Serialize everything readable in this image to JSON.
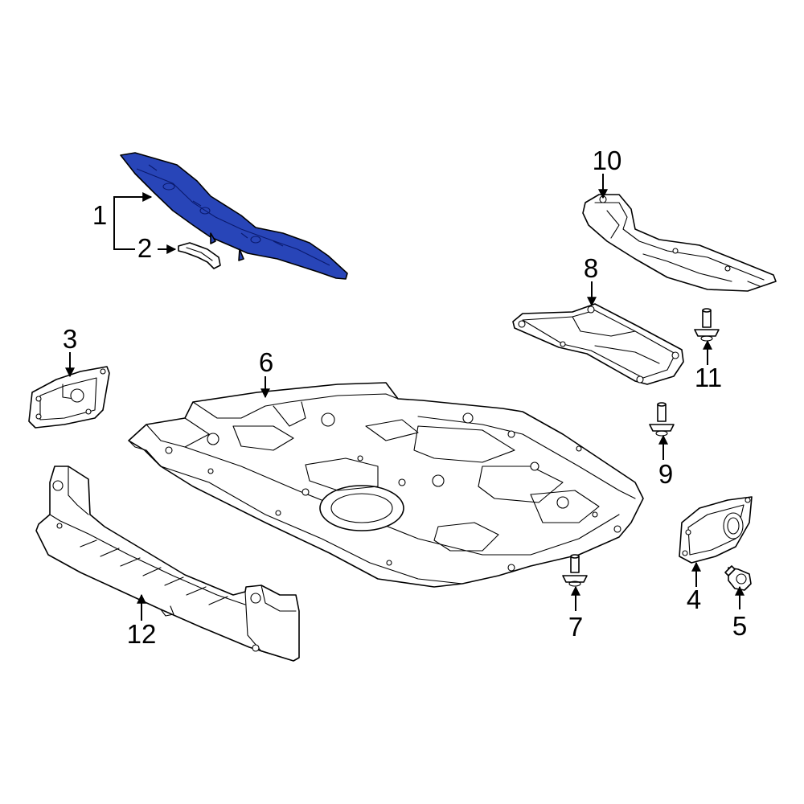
{
  "highlight_color": "#2845b8",
  "callouts": {
    "c1": "1",
    "c2": "2",
    "c3": "3",
    "c4": "4",
    "c5": "5",
    "c6": "6",
    "c7": "7",
    "c8": "8",
    "c9": "9",
    "c10": "10",
    "c11": "11",
    "c12": "12"
  }
}
